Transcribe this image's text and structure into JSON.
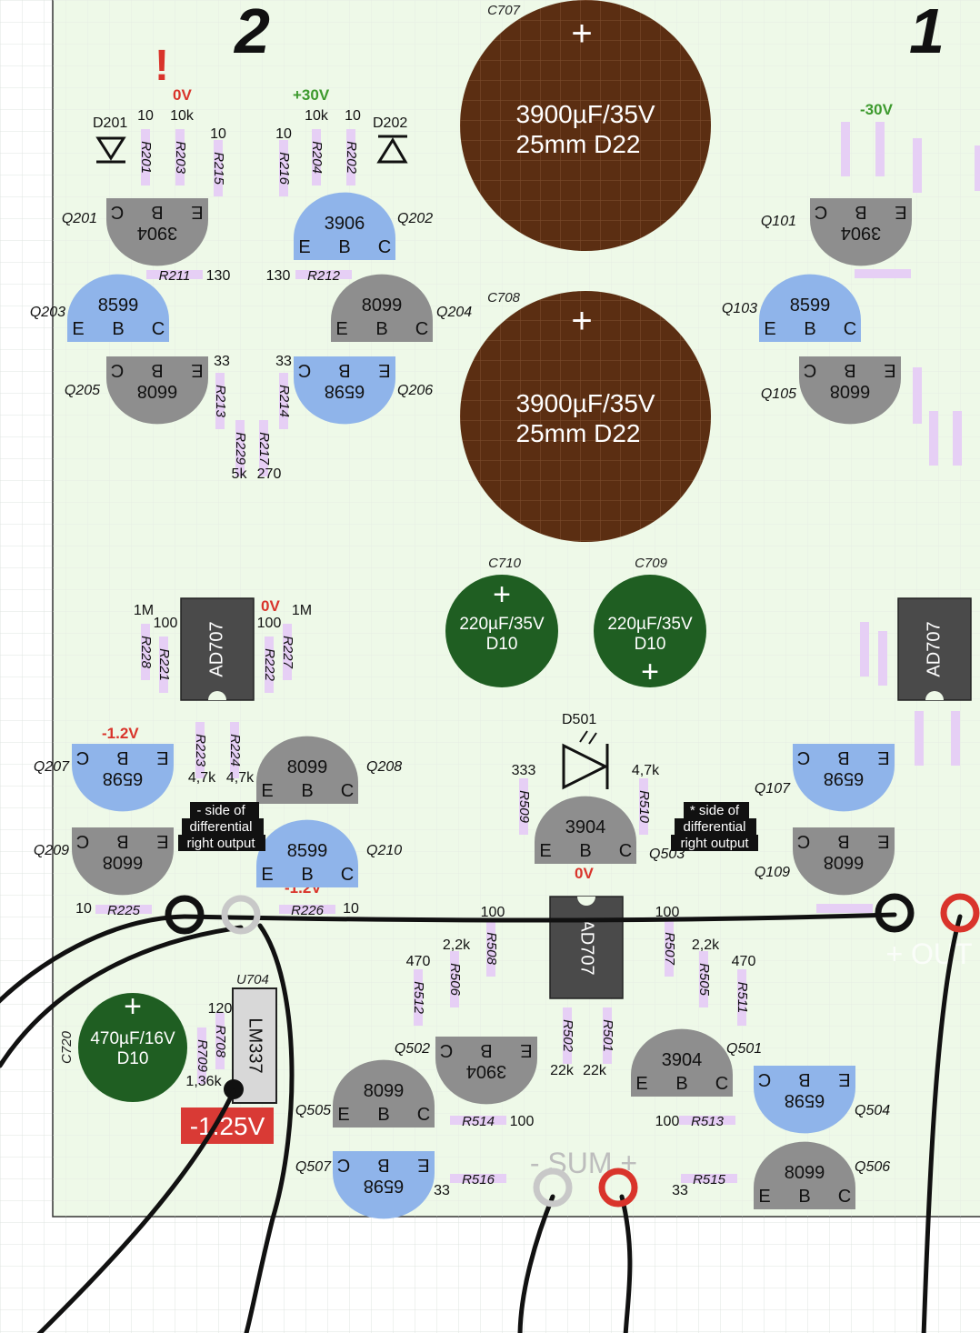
{
  "section_labels": {
    "left": "2",
    "right": "1"
  },
  "warning_mark": "!",
  "colors": {
    "board": "#eef9e8",
    "grid": "#dde3df",
    "cap_brown": "#5b2e12",
    "cap_green": "#1f5e22",
    "transistor_blue": "#8fb4ea",
    "transistor_gray": "#8e8e8e",
    "resistor": "#e6cff5",
    "chip": "#4a4a4a",
    "voltage_red": "#d9342b",
    "voltage_green": "#3d9a2e",
    "badge_red": "#d93a35"
  },
  "capacitors": [
    {
      "id": "C707",
      "value": "3900µF/35V",
      "size": "25mm D22",
      "plus": "+"
    },
    {
      "id": "C708",
      "value": "3900µF/35V",
      "size": "25mm D22",
      "plus": "+"
    },
    {
      "id": "C710",
      "value": "220µF/35V",
      "size": "D10",
      "plus": "+"
    },
    {
      "id": "C709",
      "value": "220µF/35V",
      "size": "D10",
      "plus": "+"
    },
    {
      "id": "C720",
      "value": "470µF/16V",
      "size": "D10",
      "plus": "+"
    }
  ],
  "voltages": {
    "v_0_top": "0V",
    "v_p30": "+30V",
    "v_m30": "-30V",
    "v_0_opamp": "0V",
    "v_m12a": "-1.2V",
    "v_m12b": "-1.2V",
    "v_0_center": "0V",
    "badge": "-1.25V"
  },
  "transistors": {
    "Q201": {
      "label": "Q201",
      "part": "3904",
      "pins": [
        "C",
        "B",
        "E"
      ]
    },
    "Q202": {
      "label": "Q202",
      "part": "3906",
      "pins": [
        "E",
        "B",
        "C"
      ]
    },
    "Q203": {
      "label": "Q203",
      "part": "8599",
      "pins": [
        "E",
        "B",
        "C"
      ]
    },
    "Q204": {
      "label": "Q204",
      "part": "8099",
      "pins": [
        "E",
        "B",
        "C"
      ]
    },
    "Q205": {
      "label": "Q205",
      "part": "6608",
      "pins": [
        "C",
        "B",
        "E"
      ]
    },
    "Q206": {
      "label": "Q206",
      "part": "6598",
      "pins": [
        "C",
        "B",
        "E"
      ]
    },
    "Q101": {
      "label": "Q101",
      "part": "3904",
      "pins": [
        "C",
        "B",
        "E"
      ]
    },
    "Q103": {
      "label": "Q103",
      "part": "8599",
      "pins": [
        "E",
        "B",
        "C"
      ]
    },
    "Q105": {
      "label": "Q105",
      "part": "6608",
      "pins": [
        "C",
        "B",
        "E"
      ]
    },
    "Q207": {
      "label": "Q207",
      "part": "6598",
      "pins": [
        "C",
        "B",
        "E"
      ]
    },
    "Q208": {
      "label": "Q208",
      "part": "8099",
      "pins": [
        "E",
        "B",
        "C"
      ]
    },
    "Q209": {
      "label": "Q209",
      "part": "6608",
      "pins": [
        "C",
        "B",
        "E"
      ]
    },
    "Q210": {
      "label": "Q210",
      "part": "8599",
      "pins": [
        "E",
        "B",
        "C"
      ]
    },
    "Q503": {
      "label": "Q503",
      "part": "3904",
      "pins": [
        "E",
        "B",
        "C"
      ]
    },
    "Q107": {
      "label": "Q107",
      "part": "6598",
      "pins": [
        "C",
        "B",
        "E"
      ]
    },
    "Q109": {
      "label": "Q109",
      "part": "6608",
      "pins": [
        "C",
        "B",
        "E"
      ]
    },
    "Q502": {
      "label": "Q502",
      "part": "3904",
      "pins": [
        "C",
        "B",
        "E"
      ]
    },
    "Q501": {
      "label": "Q501",
      "part": "3904",
      "pins": [
        "E",
        "B",
        "C"
      ]
    },
    "Q505": {
      "label": "Q505",
      "part": "8099",
      "pins": [
        "E",
        "B",
        "C"
      ]
    },
    "Q504": {
      "label": "Q504",
      "part": "6598",
      "pins": [
        "C",
        "B",
        "E"
      ]
    },
    "Q507": {
      "label": "Q507",
      "part": "6598",
      "pins": [
        "C",
        "B",
        "E"
      ]
    },
    "Q506": {
      "label": "Q506",
      "part": "8099",
      "pins": [
        "E",
        "B",
        "C"
      ]
    }
  },
  "diodes": {
    "D201": "D201",
    "D202": "D202",
    "D501": "D501"
  },
  "resistor_labels": {
    "R201": "R201",
    "R203": "R203",
    "R215": "R215",
    "R216": "R216",
    "R204": "R204",
    "R202": "R202",
    "R211": "R211",
    "R212": "R212",
    "R213": "R213",
    "R214": "R214",
    "R229": "R229",
    "R217": "R217",
    "R228": "R228",
    "R221": "R221",
    "R222": "R222",
    "R227": "R227",
    "R223": "R223",
    "R224": "R224",
    "R225": "R225",
    "R226": "R226",
    "R509": "R509",
    "R510": "R510",
    "R508": "R508",
    "R507": "R507",
    "R512": "R512",
    "R506": "R506",
    "R505": "R505",
    "R511": "R511",
    "R502": "R502",
    "R501": "R501",
    "R514": "R514",
    "R513": "R513",
    "R516": "R516",
    "R515": "R515",
    "R709": "R709",
    "R708": "R708"
  },
  "resistor_values": {
    "R201": "10",
    "R203": "10k",
    "R215": "10",
    "R216": "10",
    "R204": "10k",
    "R202": "10",
    "R211": "130",
    "R212": "130",
    "R213": "33",
    "R214": "33",
    "R229": "5k",
    "R217": "270",
    "R228": "1M",
    "R221": "100",
    "R222": "100",
    "R227": "1M",
    "R223": "4,7k",
    "R224": "4,7k",
    "R225": "10",
    "R226": "10",
    "R509": "333",
    "R510": "4,7k",
    "R508": "100",
    "R507": "100",
    "R512": "470",
    "R506": "2,2k",
    "R505": "2,2k",
    "R511": "470",
    "R502": "22k",
    "R501": "22k",
    "R514": "100",
    "R513": "100",
    "R516": "33",
    "R515": "33",
    "R708": "120",
    "R709": "1,36k"
  },
  "chips": {
    "ic_left": "AD707",
    "ic_right": "AD707",
    "ic_center": "AD707",
    "regulator_label": "U704",
    "regulator": "LM337"
  },
  "notes": {
    "left": [
      "- side of",
      "differential",
      "right output"
    ],
    "right": [
      "* side of",
      "differential",
      "right output"
    ]
  },
  "terminals": {
    "sum": "- SUM +",
    "out": "+ OUT"
  }
}
